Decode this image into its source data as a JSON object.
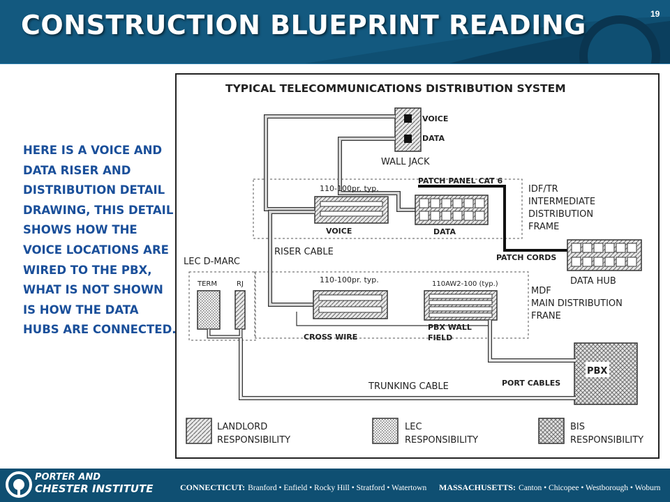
{
  "slide": {
    "title": "CONSTRUCTION BLUEPRINT READING",
    "number": "19"
  },
  "description": "HERE IS A VOICE AND DATA RISER AND DISTRIBUTION DETAIL DRAWING, THIS DETAIL SHOWS HOW THE VOICE LOCATIONS ARE WIRED TO THE PBX, WHAT IS NOT SHOWN IS HOW THE DATA HUBS ARE CONNECTED.",
  "diagram": {
    "title": "TYPICAL TELECOMMUNICATIONS DISTRIBUTION SYSTEM",
    "wall_jack": {
      "voice": "VOICE",
      "data": "DATA",
      "label": "WALL JACK"
    },
    "idf": {
      "block_label": "110-100pr. typ.",
      "voice": "VOICE",
      "patch_panel": "PATCH PANEL CAT 6",
      "data": "DATA",
      "name_1": "IDF/TR",
      "name_2": "INTERMEDIATE",
      "name_3": "DISTRIBUTION",
      "name_4": "FRAME"
    },
    "patch_cords": "PATCH CORDS",
    "data_hub": "DATA HUB",
    "riser_cable": "RISER CABLE",
    "lec_dmarc": "LEC D-MARC",
    "term": "TERM",
    "rj": "RJ",
    "mdf": {
      "block_label": "110-100pr. typ.",
      "field_label": "110AW2-100 (typ.)",
      "cross_wire": "CROSS WIRE",
      "pbx_wall_1": "PBX WALL",
      "pbx_wall_2": "FIELD",
      "name_1": "MDF",
      "name_2": "MAIN DISTRIBUTION",
      "name_3": "FRANE"
    },
    "pbx": "PBX",
    "port_cables": "PORT CABLES",
    "trunking_cable": "TRUNKING CABLE",
    "legend": [
      {
        "line1": "LANDLORD",
        "line2": "RESPONSIBILITY",
        "pattern": "diag"
      },
      {
        "line1": "LEC",
        "line2": "RESPONSIBILITY",
        "pattern": "dots"
      },
      {
        "line1": "BIS",
        "line2": "RESPONSIBILITY",
        "pattern": "cross"
      }
    ]
  },
  "footer": {
    "logo_line1": "PORTER AND",
    "logo_line2": "CHESTER INSTITUTE",
    "ct_label": "CONNECTICUT:",
    "ct_towns": "Branford • Enfield • Rocky Hill • Stratford • Watertown",
    "ma_label": "MASSACHUSETTS:",
    "ma_towns": "Canton • Chicopee • Westborough • Woburn"
  },
  "colors": {
    "header_blue": "#0f4f72",
    "header_dark": "#0a3550",
    "text_blue": "#1a4f9a"
  }
}
